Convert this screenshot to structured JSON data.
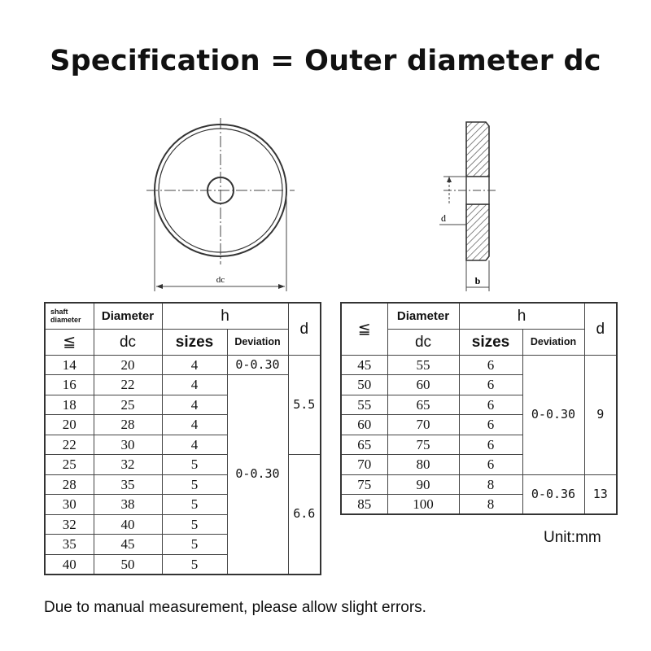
{
  "title": "Specification = Outer diameter dc",
  "drawing": {
    "dc_label": "dc",
    "d_label": "d",
    "b_label": "b"
  },
  "headers": {
    "shaft_diameter": "shaft diameter",
    "leq": "≦",
    "diameter": "Diameter",
    "dc": "dc",
    "h": "h",
    "sizes": "sizes",
    "deviation": "Deviation",
    "d": "d"
  },
  "table_left": {
    "rows": [
      {
        "shaft": "14",
        "dc": "20",
        "h": "4"
      },
      {
        "shaft": "16",
        "dc": "22",
        "h": "4"
      },
      {
        "shaft": "18",
        "dc": "25",
        "h": "4"
      },
      {
        "shaft": "20",
        "dc": "28",
        "h": "4"
      },
      {
        "shaft": "22",
        "dc": "30",
        "h": "4"
      },
      {
        "shaft": "25",
        "dc": "32",
        "h": "5"
      },
      {
        "shaft": "28",
        "dc": "35",
        "h": "5"
      },
      {
        "shaft": "30",
        "dc": "38",
        "h": "5"
      },
      {
        "shaft": "32",
        "dc": "40",
        "h": "5"
      },
      {
        "shaft": "35",
        "dc": "45",
        "h": "5"
      },
      {
        "shaft": "40",
        "dc": "50",
        "h": "5"
      }
    ],
    "deviation_first": "0-0.30",
    "deviation_rest": "0-0.30",
    "d_group1": "5.5",
    "d_group2": "6.6"
  },
  "table_right": {
    "rows": [
      {
        "shaft": "45",
        "dc": "55",
        "h": "6"
      },
      {
        "shaft": "50",
        "dc": "60",
        "h": "6"
      },
      {
        "shaft": "55",
        "dc": "65",
        "h": "6"
      },
      {
        "shaft": "60",
        "dc": "70",
        "h": "6"
      },
      {
        "shaft": "65",
        "dc": "75",
        "h": "6"
      },
      {
        "shaft": "70",
        "dc": "80",
        "h": "6"
      },
      {
        "shaft": "75",
        "dc": "90",
        "h": "8"
      },
      {
        "shaft": "85",
        "dc": "100",
        "h": "8"
      }
    ],
    "deviation_group1": "0-0.30",
    "deviation_group2": "0-0.36",
    "d_group1": "9",
    "d_group2": "13"
  },
  "unit": "Unit:mm",
  "note": "Due to manual measurement, please allow slight errors."
}
